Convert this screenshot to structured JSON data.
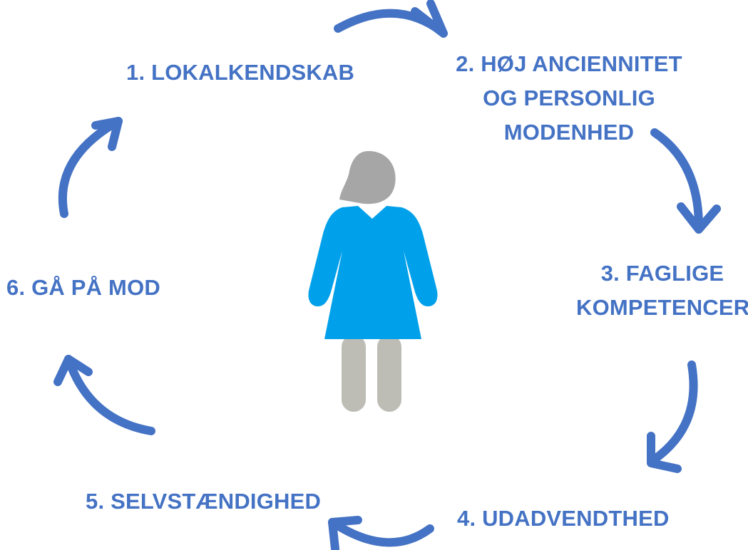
{
  "diagram": {
    "accent_color": "#4472C4",
    "figure": {
      "icon": "woman-icon",
      "dress_color": "#00A0EA",
      "hair_color": "#A6A6A6",
      "legs_color": "#BDBDB5"
    },
    "steps": [
      {
        "lines": [
          "1. LOKALKENDSKAB"
        ]
      },
      {
        "lines": [
          "2. HØJ ANCIENNITET",
          "OG PERSONLIG",
          "MODENHED"
        ]
      },
      {
        "lines": [
          "3. FAGLIGE",
          "KOMPETENCER"
        ]
      },
      {
        "lines": [
          "4. UDADVENDTHED"
        ]
      },
      {
        "lines": [
          "5. SELVSTÆNDIGHED"
        ]
      },
      {
        "lines": [
          "6. GÅ PÅ MOD"
        ]
      }
    ]
  }
}
